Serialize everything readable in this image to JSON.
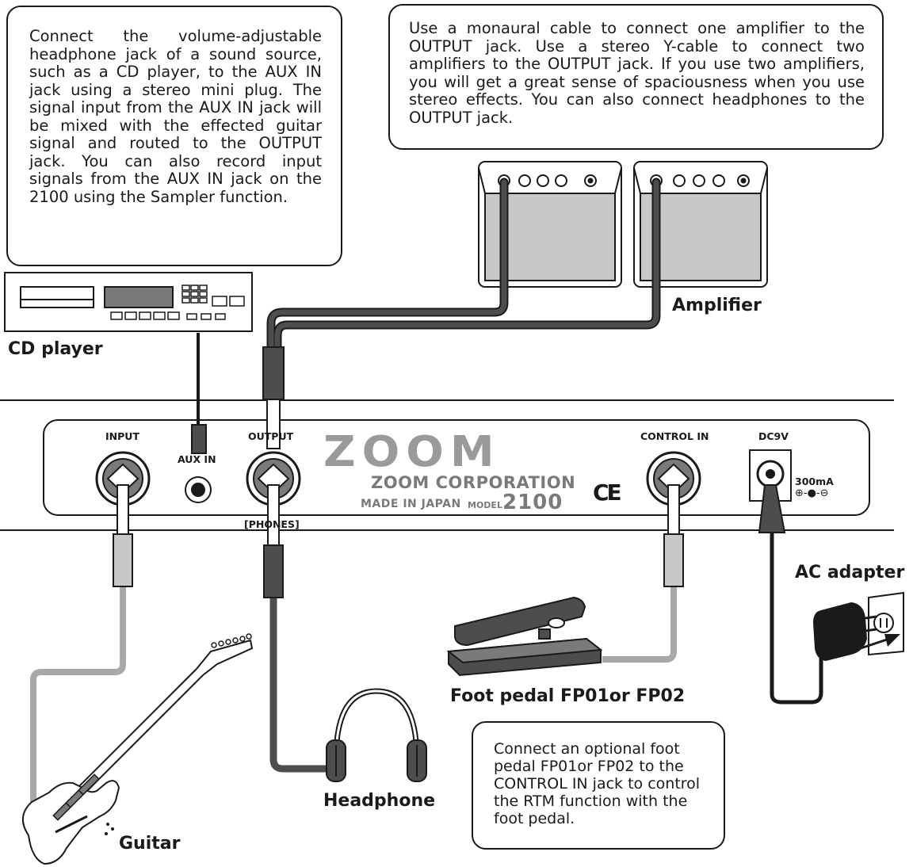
{
  "callouts": {
    "aux_in": "Connect the volume-adjustable headphone jack of a sound source, such as a CD player, to the AUX IN jack using a stereo mini plug. The signal input from the AUX IN jack will be mixed with the effected guitar signal and routed to the OUTPUT jack. You can also record input signals from the AUX IN jack on the 2100 using the Sampler function.",
    "output": "Use a monaural cable to connect one amplifier to the OUTPUT jack. Use a stereo Y-cable to connect two amplifiers to the OUTPUT jack. If you use two amplifiers, you will get a great sense of spaciousness when you use stereo effects. You can also connect headphones to the OUTPUT jack.",
    "control_in": "Connect an optional foot pedal FP01or FP02 to the CONTROL IN jack to control the RTM function with the foot pedal."
  },
  "devices": {
    "cd_player": "CD player",
    "amplifier": "Amplifier",
    "ac_adapter": "AC adapter",
    "foot_pedal": "Foot pedal FP01or FP02",
    "headphone": "Headphone",
    "guitar": "Guitar"
  },
  "panel": {
    "input": "INPUT",
    "aux_in": "AUX IN",
    "output": "OUTPUT",
    "phones": "[PHONES]",
    "control_in": "CONTROL IN",
    "dc": "DC9V",
    "current": "300mA",
    "polarity": "⊕-●-⊖",
    "logo": "ZOOM",
    "corporation": "ZOOM CORPORATION",
    "made_in": "MADE IN JAPAN",
    "model_label": "MODEL",
    "model_number": "2100",
    "ce": "CE"
  },
  "colors": {
    "ink": "#1a1a1a",
    "dark_cable": "#4d4d4d",
    "light_cable": "#a8a8a8",
    "amp_grille": "#c8c8c8",
    "logo_gray": "#9a9a9a"
  }
}
